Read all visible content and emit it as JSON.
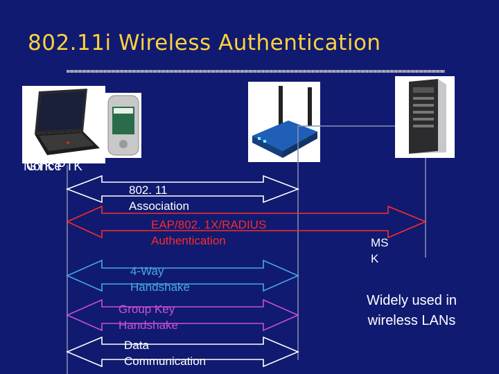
{
  "slide": {
    "title": "802.11i Wireless Authentication",
    "devices": {
      "client_label_a": "Nonce",
      "client_label_b": "PTK",
      "client_label_c": "GTK"
    },
    "exchanges": [
      {
        "line1": "802. 11",
        "line2": "Association",
        "color": "#ffffff"
      },
      {
        "line1": "EAP/802. 1X/RADIUS",
        "line2": "Authentication",
        "color": "#ff2a2a"
      },
      {
        "line1": "4-Way",
        "line2": "Handshake",
        "color": "#47a8e8"
      },
      {
        "line1": "Group Key",
        "line2": "Handshake",
        "color": "#cc4fd8"
      },
      {
        "line1": "Data",
        "line2": "Communication",
        "color": "#ffffff"
      }
    ],
    "msk_line1": "MS",
    "msk_line2": "K",
    "note_line1": "Widely used in",
    "note_line2": "wireless LANs"
  }
}
